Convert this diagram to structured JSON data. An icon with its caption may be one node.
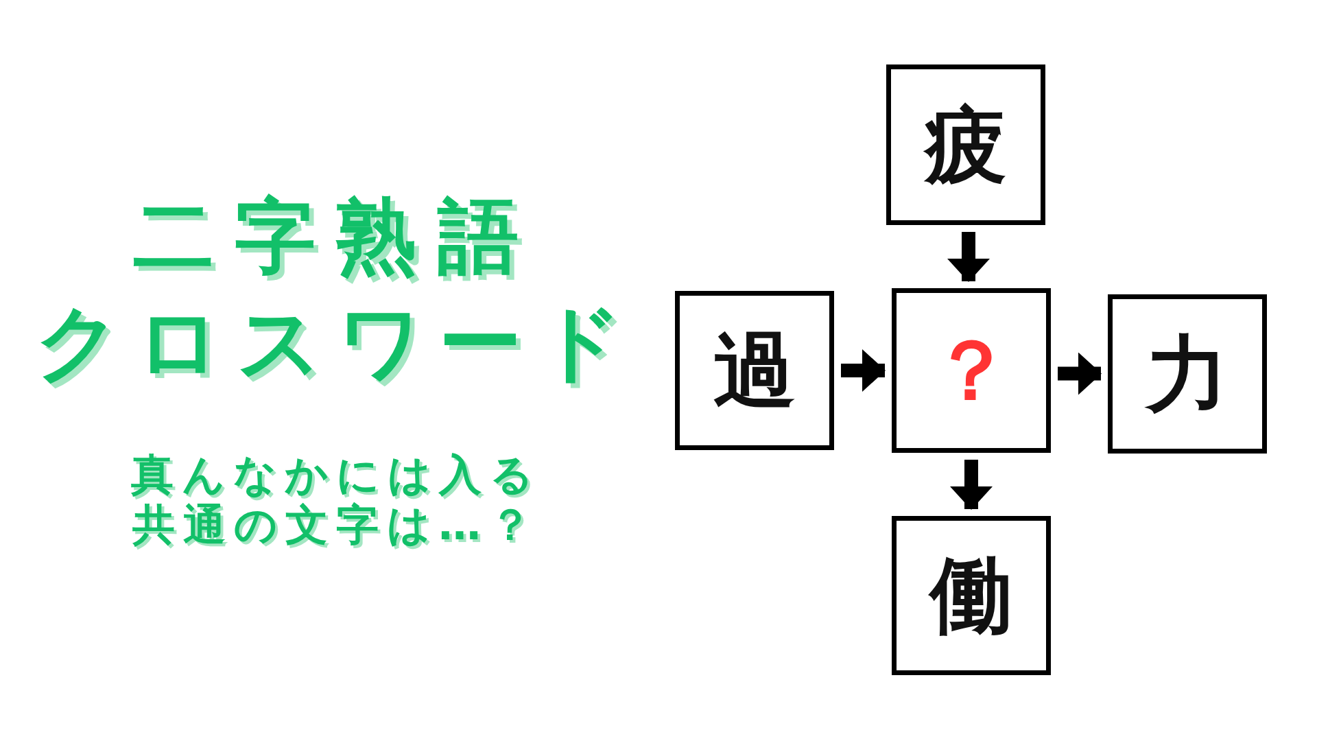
{
  "diagram": {
    "title": "二字熟語",
    "nodes": [
      {
        "text": [
          "疲"
        ]
      },
      {
        "text": [
          "過"
        ]
      },
      {
        "text": [
          "？"
        ]
      },
      {
        "text": [
          "力"
        ]
      },
      {
        "text": [
          "働"
        ]
      }
    ],
    "edges": [
      {
        "from": 0,
        "to": 2,
        "arrow": "to"
      },
      {
        "from": 1,
        "to": 2,
        "arrow": "to"
      },
      {
        "from": 2,
        "to": 3,
        "arrow": "to"
      },
      {
        "from": 2,
        "to": 4,
        "arrow": "to"
      }
    ],
    "labels": [
      "クロスワード",
      "真んなかには入る共通の文字は…？"
    ]
  }
}
